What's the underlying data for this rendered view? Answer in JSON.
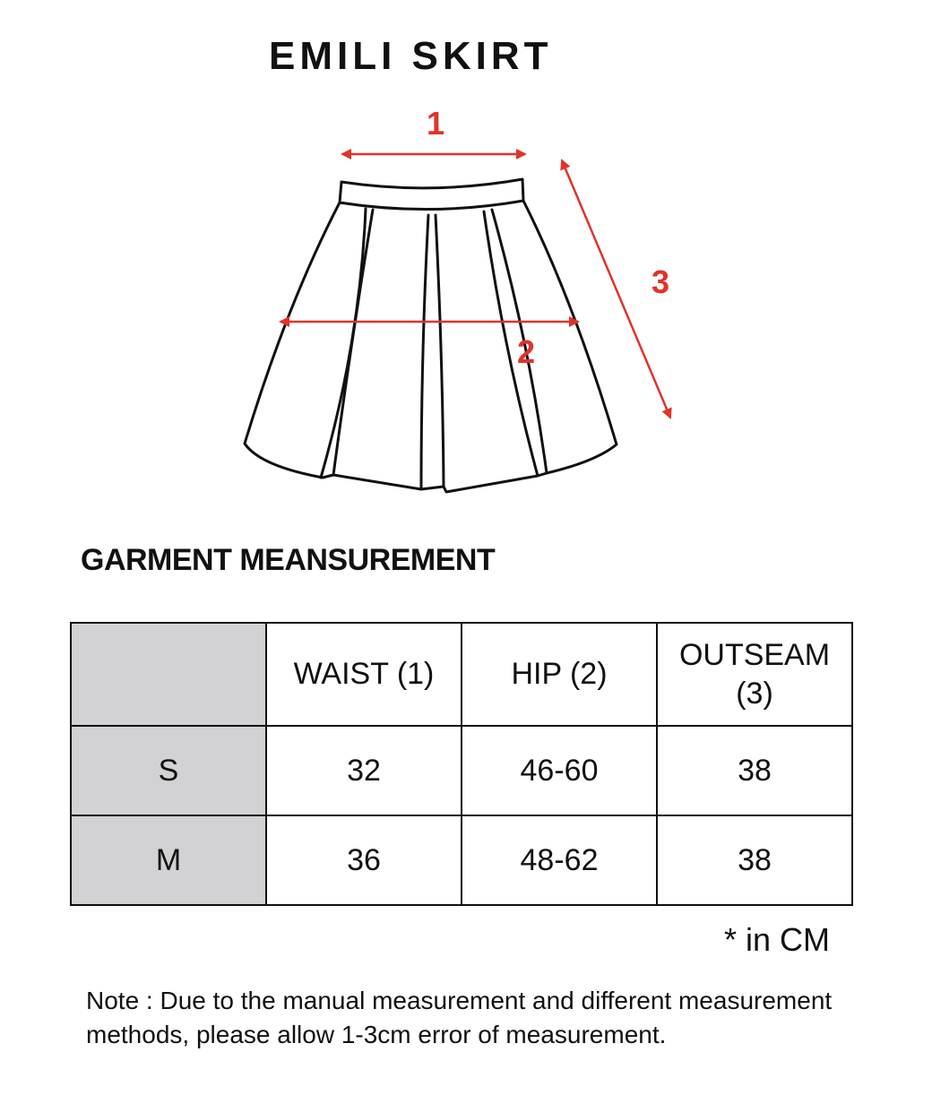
{
  "title": "EMILI SKIRT",
  "diagram": {
    "labels": {
      "waist": "1",
      "hip": "2",
      "outseam": "3"
    },
    "colors": {
      "arrow": "#e0332a",
      "outline": "#111111"
    }
  },
  "section_title": "GARMENT MEANSUREMENT",
  "table": {
    "headers": [
      "",
      "WAIST (1)",
      "HIP (2)",
      "OUTSEAM (3)"
    ],
    "rows": [
      {
        "size": "S",
        "waist": "32",
        "hip": "46-60",
        "outseam": "38"
      },
      {
        "size": "M",
        "waist": "36",
        "hip": "48-62",
        "outseam": "38"
      }
    ],
    "header_fill": "#d2d1d3"
  },
  "unit_note": "* in CM",
  "note": "Note : Due to the manual measurement and different measurement methods, please allow 1-3cm error of measurement."
}
